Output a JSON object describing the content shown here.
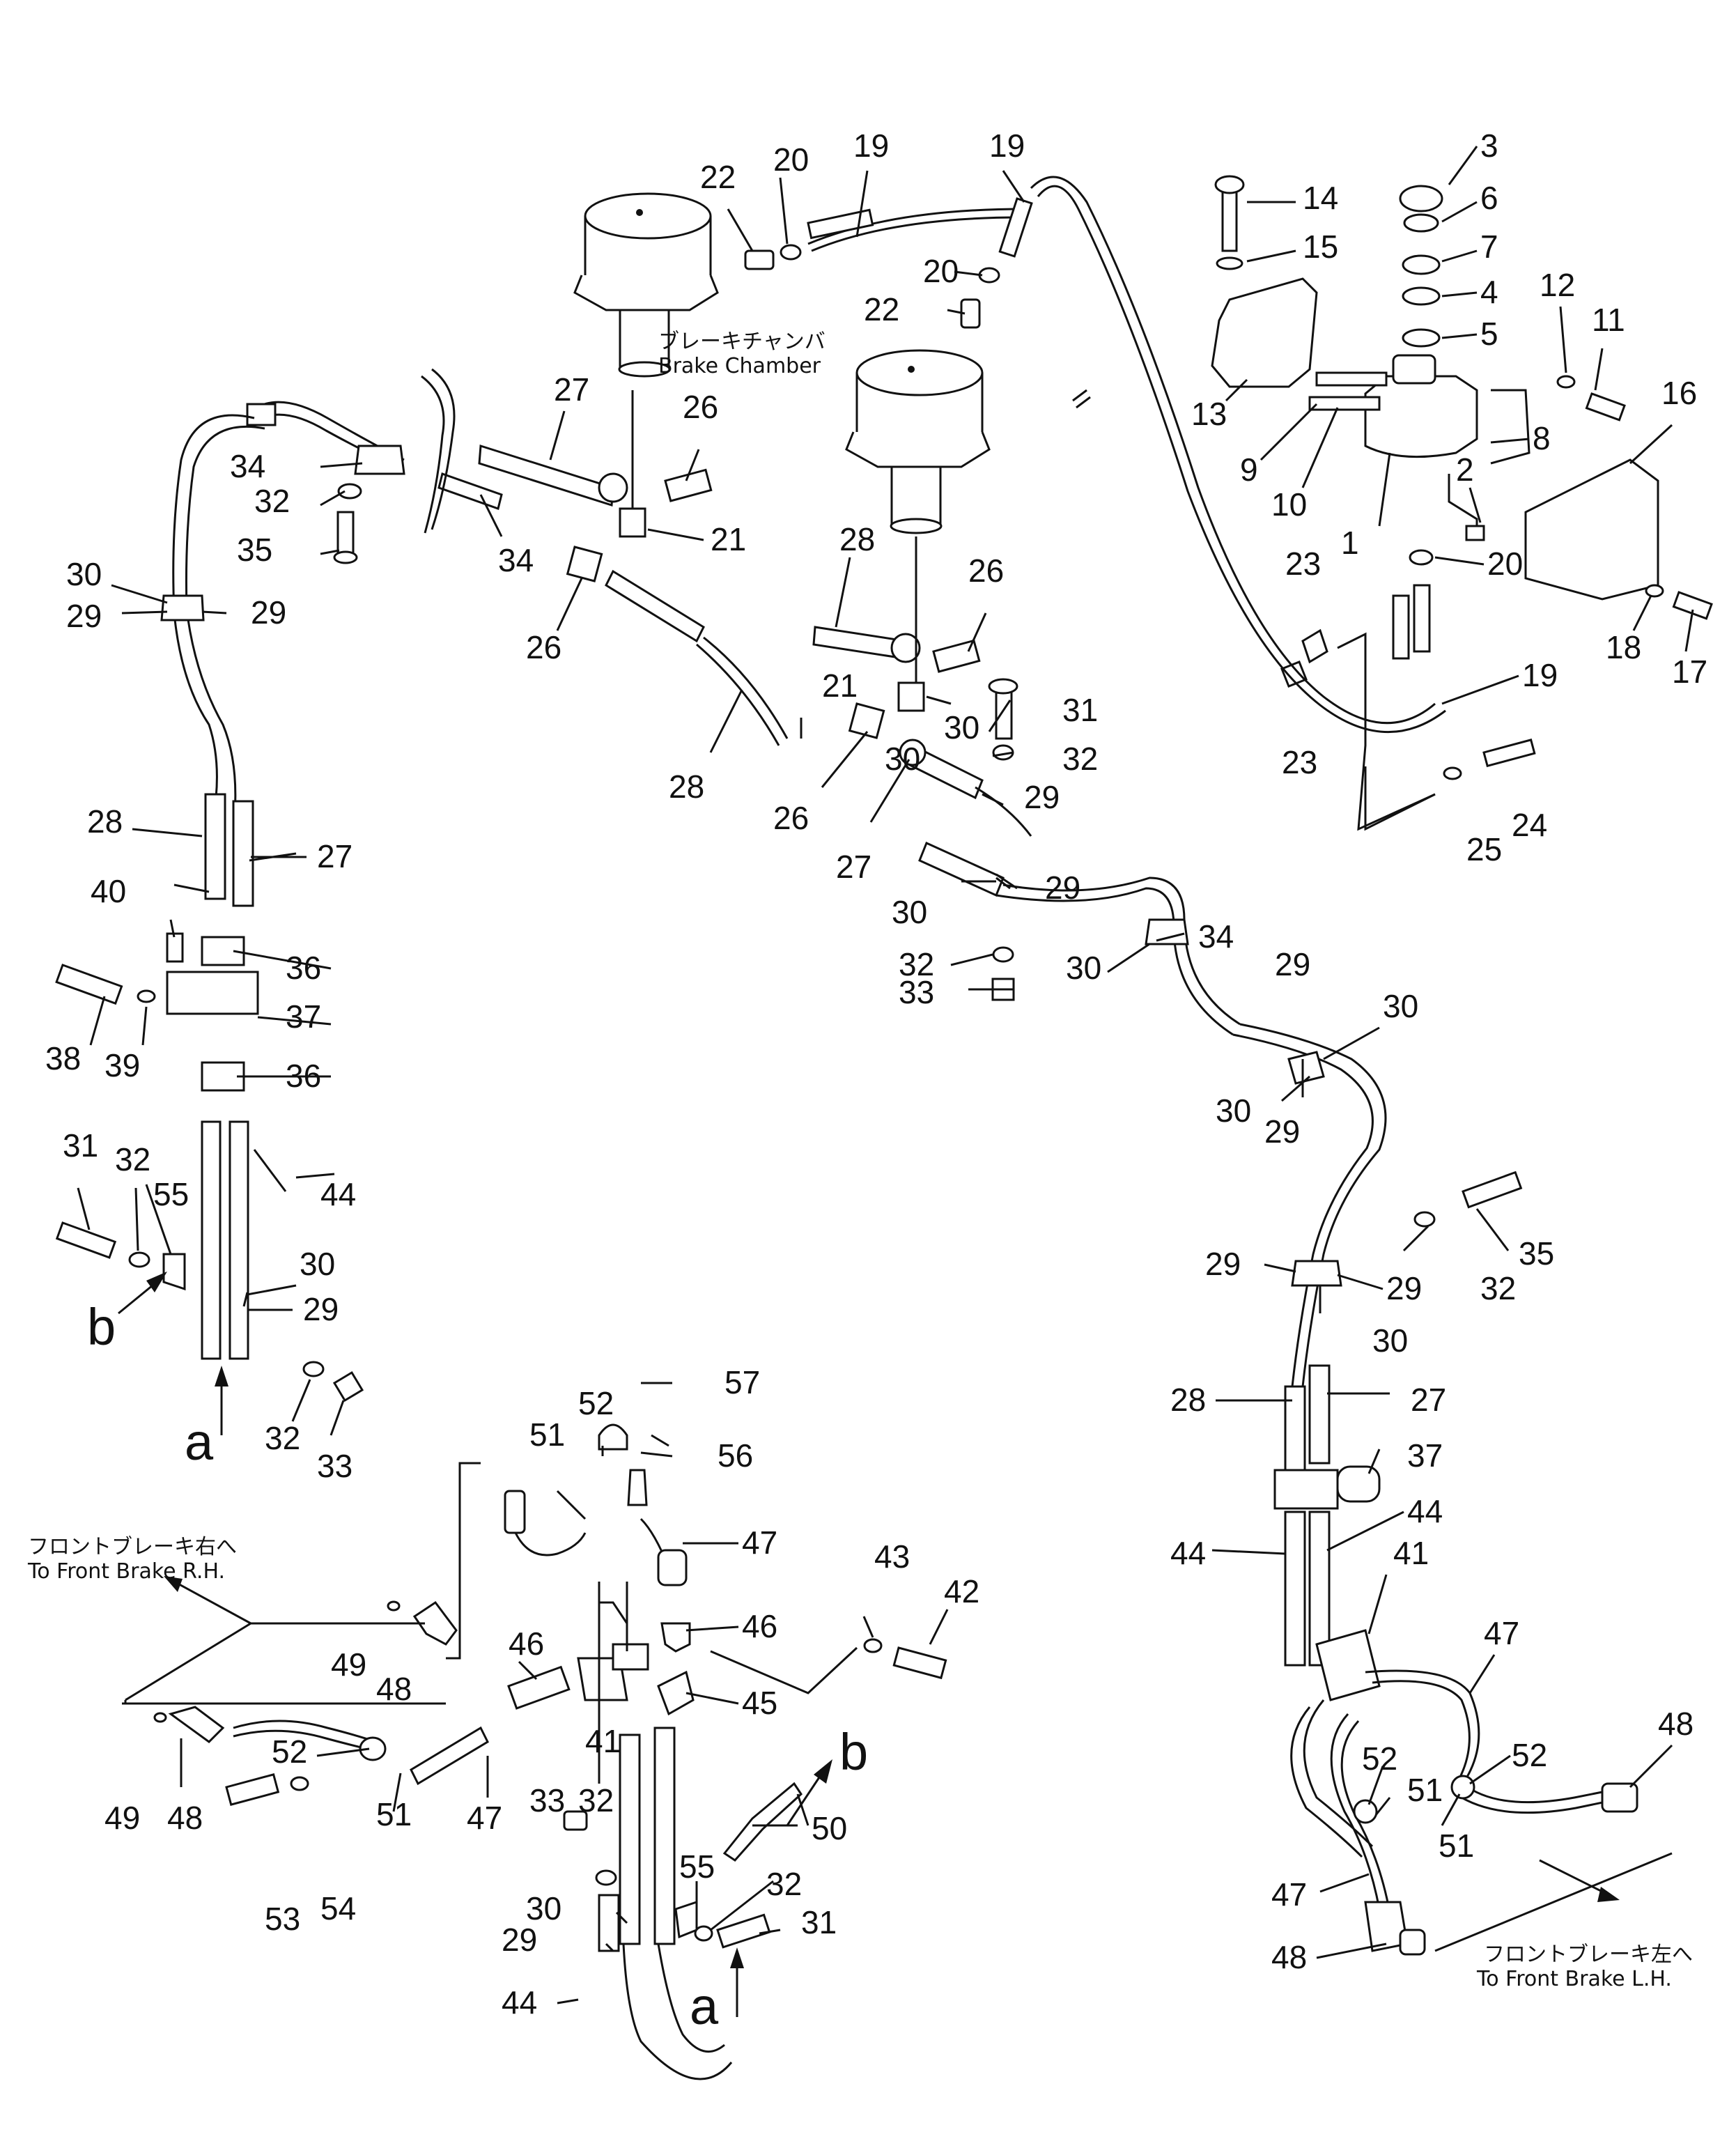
{
  "diagram": {
    "notes": {
      "brake_chamber_jp": "ブレーキチャンバ",
      "brake_chamber_en": "Brake Chamber",
      "front_rh_jp": "フロントブレーキ右へ",
      "front_rh_en": "To Front Brake R.H.",
      "front_lh_jp": "フロントブレーキ左へ",
      "front_lh_en": "To Front Brake L.H."
    },
    "view_letters": {
      "a1": "a",
      "a2": "a",
      "b1": "b",
      "b2": "b"
    },
    "labels": {
      "l1": "1",
      "l2": "2",
      "l3": "3",
      "l4": "4",
      "l5": "5",
      "l6": "6",
      "l7": "7",
      "l8": "8",
      "l9": "9",
      "l10": "10",
      "l11": "11",
      "l12": "12",
      "l13": "13",
      "l14": "14",
      "l15": "15",
      "l16": "16",
      "l17": "17",
      "l18": "18",
      "l19a": "19",
      "l19b": "19",
      "l19c": "19",
      "l20a": "20",
      "l20b": "20",
      "l20c": "20",
      "l21a": "21",
      "l21b": "21",
      "l22a": "22",
      "l22b": "22",
      "l23a": "23",
      "l23b": "23",
      "l24": "24",
      "l25": "25",
      "l26a": "26",
      "l26b": "26",
      "l26c": "26",
      "l26d": "26",
      "l27a": "27",
      "l27b": "27",
      "l27c": "27",
      "l27d": "27",
      "l28a": "28",
      "l28b": "28",
      "l28c": "28",
      "l28d": "28",
      "l29a": "29",
      "l29b": "29",
      "l29c": "29",
      "l29d": "29",
      "l29e": "29",
      "l29f": "29",
      "l29g": "29",
      "l29h": "29",
      "l29i": "29",
      "l29j": "29",
      "l30a": "30",
      "l30b": "30",
      "l30c": "30",
      "l30d": "30",
      "l30e": "30",
      "l30f": "30",
      "l30g": "30",
      "l30h": "30",
      "l30i": "30",
      "l30j": "30",
      "l31a": "31",
      "l31b": "31",
      "l31c": "31",
      "l32a": "32",
      "l32b": "32",
      "l32c": "32",
      "l32d": "32",
      "l32e": "32",
      "l32f": "32",
      "l32g": "32",
      "l32h": "32",
      "l33a": "33",
      "l33b": "33",
      "l33c": "33",
      "l34a": "34",
      "l34b": "34",
      "l34c": "34",
      "l35a": "35",
      "l35b": "35",
      "l36a": "36",
      "l36b": "36",
      "l37a": "37",
      "l37b": "37",
      "l38": "38",
      "l39": "39",
      "l40": "40",
      "l41a": "41",
      "l41b": "41",
      "l42": "42",
      "l43": "43",
      "l44a": "44",
      "l44b": "44",
      "l44c": "44",
      "l44d": "44",
      "l45": "45",
      "l46a": "46",
      "l46b": "46",
      "l47a": "47",
      "l47b": "47",
      "l47c": "47",
      "l47d": "47",
      "l48a": "48",
      "l48b": "48",
      "l48c": "48",
      "l48d": "48",
      "l49a": "49",
      "l49b": "49",
      "l50": "50",
      "l51a": "51",
      "l51b": "51",
      "l51c": "51",
      "l51d": "51",
      "l52a": "52",
      "l52b": "52",
      "l52c": "52",
      "l52d": "52",
      "l53": "53",
      "l54": "54",
      "l55a": "55",
      "l55b": "55",
      "l56": "56",
      "l57": "57"
    }
  }
}
